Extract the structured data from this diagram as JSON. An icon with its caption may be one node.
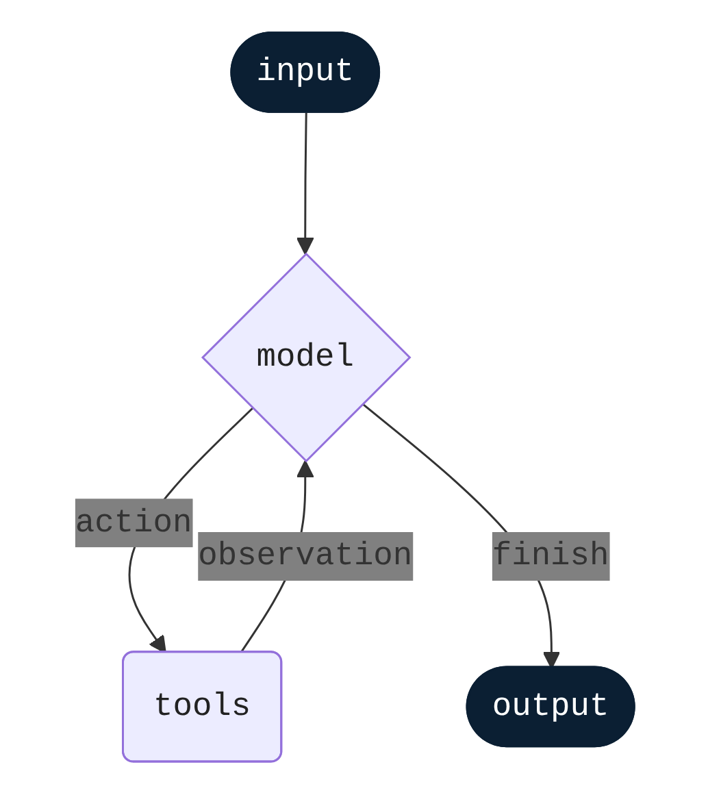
{
  "diagram": {
    "nodes": [
      {
        "text": [
          "input"
        ]
      },
      {
        "text": [
          "model"
        ]
      },
      {
        "text": [
          "tools"
        ]
      },
      {
        "text": [
          "output"
        ]
      }
    ],
    "edges": [
      {
        "from": 0,
        "to": 1,
        "arrow": "to"
      },
      {
        "from": 1,
        "to": 2,
        "arrow": "to",
        "label": "action"
      },
      {
        "from": 2,
        "to": 1,
        "arrow": "to",
        "label": "observation"
      },
      {
        "from": 1,
        "to": 3,
        "arrow": "to",
        "label": "finish"
      }
    ]
  }
}
